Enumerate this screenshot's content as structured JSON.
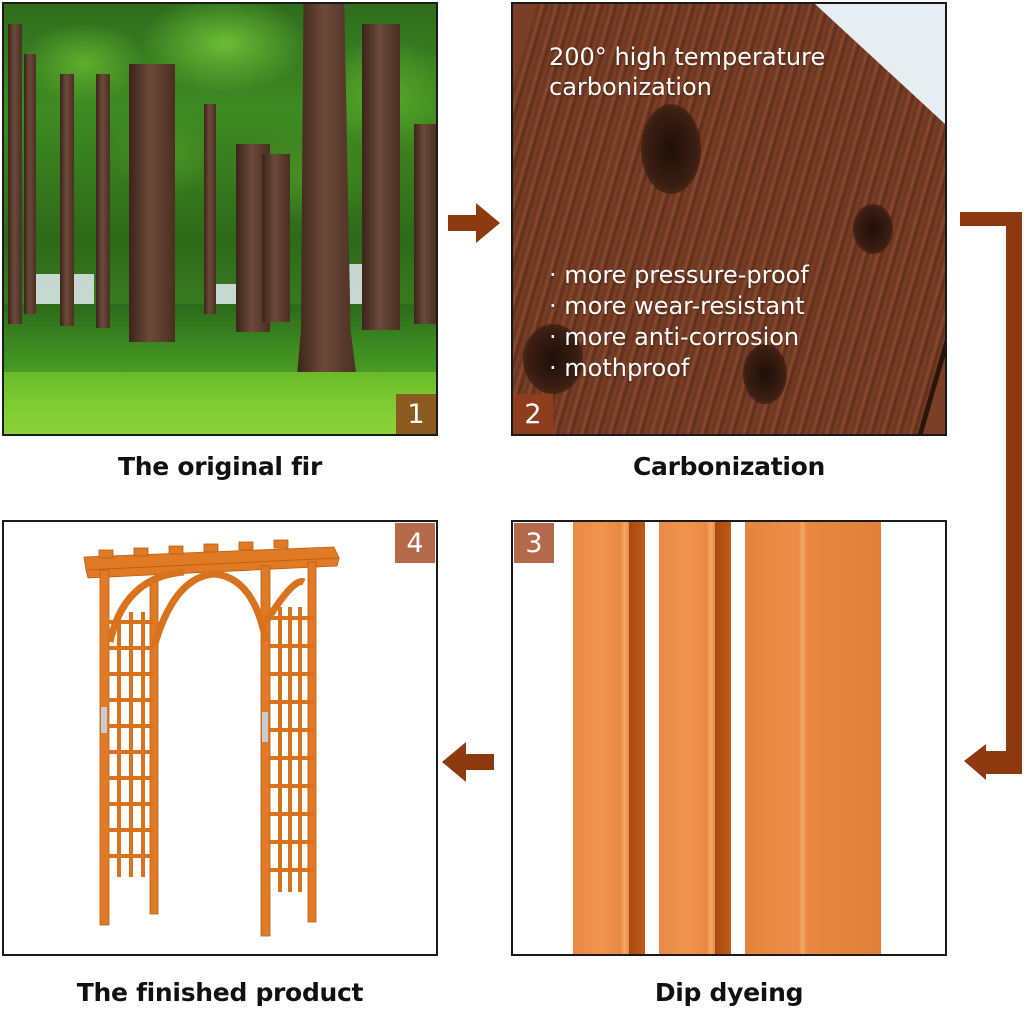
{
  "colors": {
    "arrow": "#8e3a10",
    "badge_1": "#8a5a1e",
    "badge_2": "#8e3e1c",
    "badge_3": "#b3694a",
    "badge_4": "#b3694a",
    "panel_border": "#1a1a1a",
    "caption_text": "#111111",
    "overlay_text": "#ffffff"
  },
  "steps": [
    {
      "number": "1",
      "caption": "The original fir",
      "image": "forest-of-fir-trees"
    },
    {
      "number": "2",
      "caption": "Carbonization",
      "image": "carbonized-wood-planks",
      "overlay_title_line1": "200° high temperature",
      "overlay_title_line2": "carbonization",
      "benefits": [
        "more pressure-proof",
        "more wear-resistant",
        "more anti-corrosion",
        "mothproof"
      ]
    },
    {
      "number": "3",
      "caption": "Dip dyeing",
      "image": "dyed-wooden-posts"
    },
    {
      "number": "4",
      "caption": "The finished product",
      "image": "wooden-garden-arch-arbor"
    }
  ],
  "flow": [
    {
      "from": "1",
      "to": "2",
      "direction": "right",
      "icon": "arrow-right-icon"
    },
    {
      "from": "2",
      "to": "3",
      "direction": "elbow-down-left",
      "icon": "arrow-elbow-down-left-icon"
    },
    {
      "from": "3",
      "to": "4",
      "direction": "left",
      "icon": "arrow-left-icon"
    }
  ]
}
